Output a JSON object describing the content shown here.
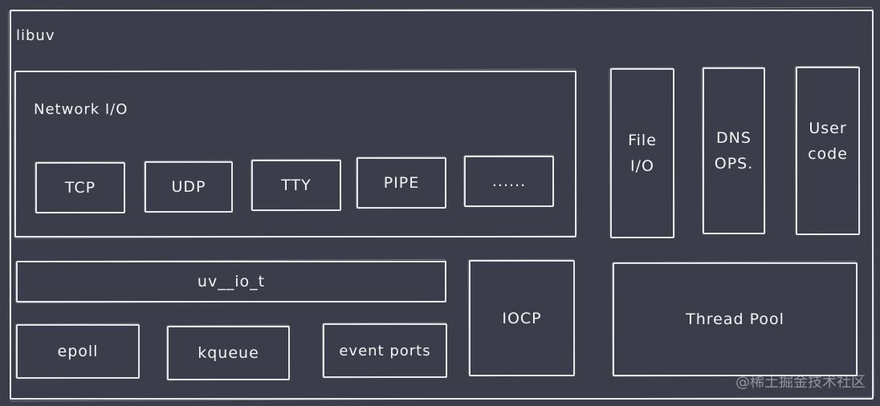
{
  "libuv": {
    "title": "libuv"
  },
  "network": {
    "title": "Network I/O",
    "items": [
      "TCP",
      "UDP",
      "TTY",
      "PIPE",
      "......"
    ]
  },
  "side": {
    "file_io": "File\nI/O",
    "dns_ops": "DNS\nOPS.",
    "user_code": "User\ncode"
  },
  "core": {
    "uv_io_t": "uv__io_t",
    "backends": [
      "epoll",
      "kqueue",
      "event ports"
    ],
    "iocp": "IOCP",
    "thread_pool": "Thread Pool"
  },
  "watermark": "@稀土掘金技术社区"
}
